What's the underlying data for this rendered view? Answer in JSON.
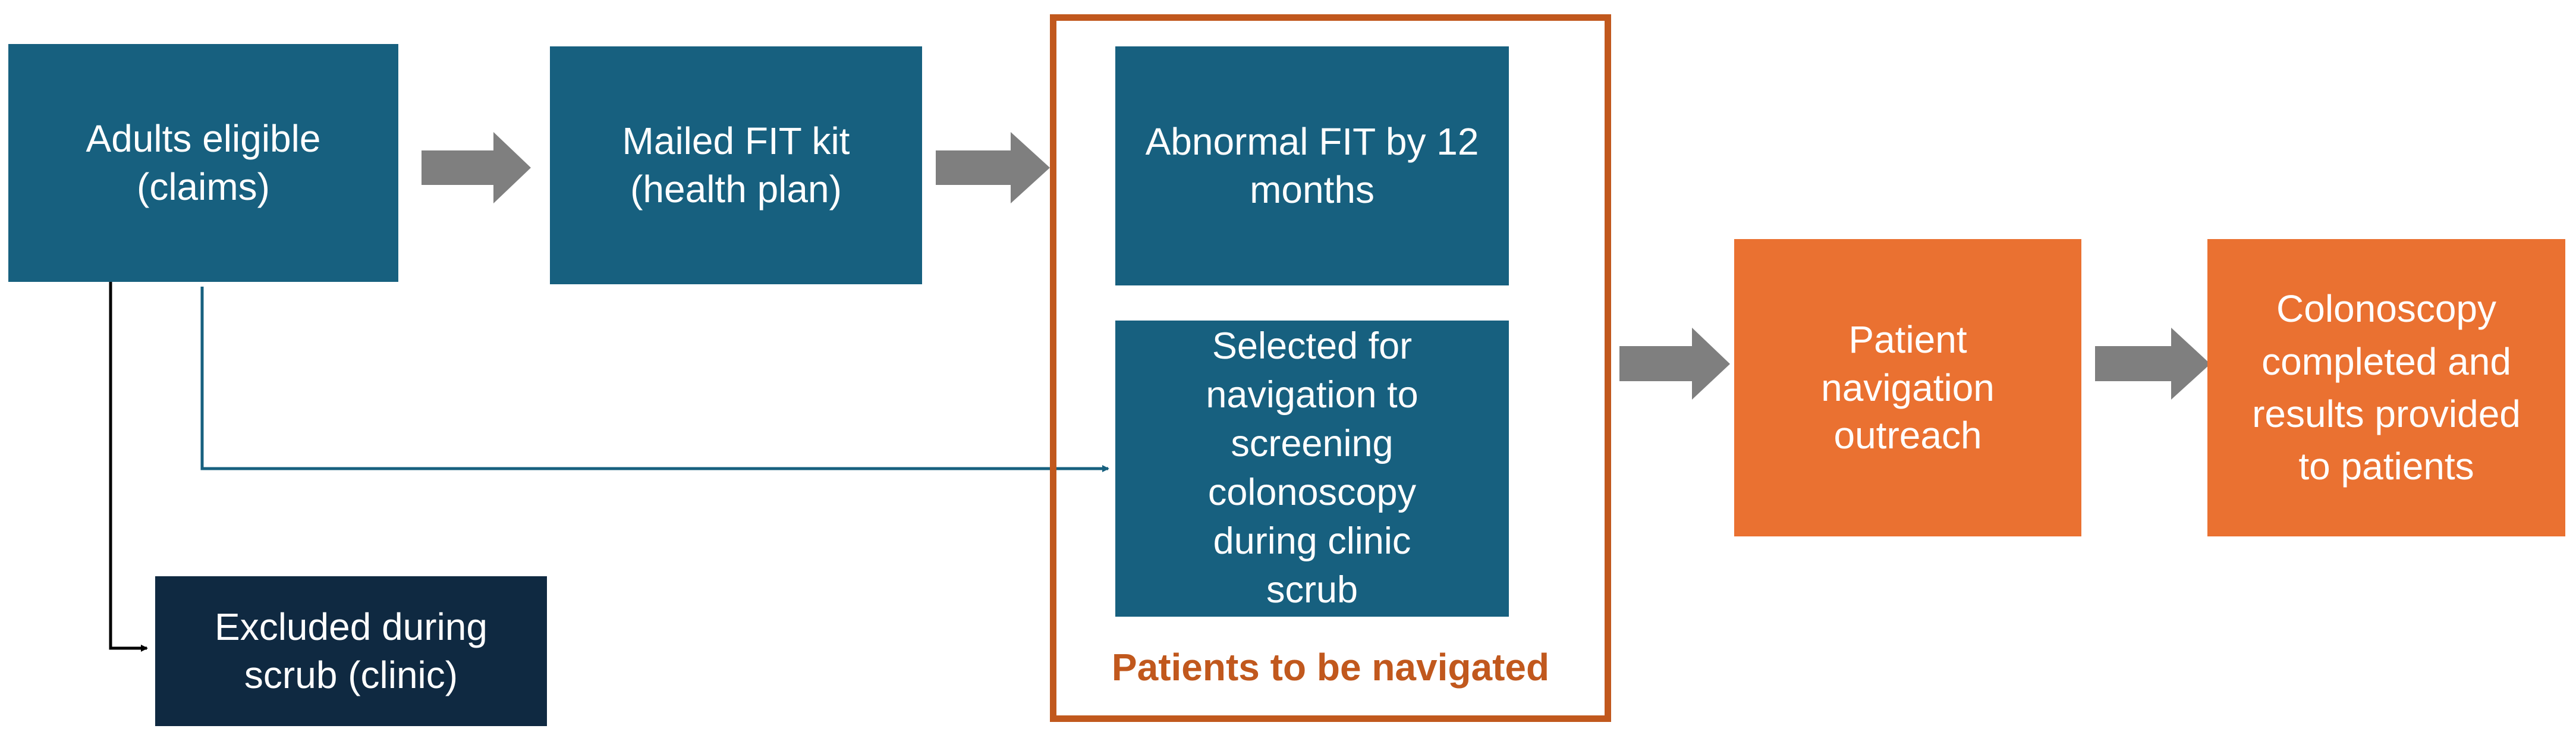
{
  "nodes": {
    "adults_eligible": "Adults eligible\n(claims)",
    "mailed_fit": "Mailed FIT kit\n(health plan)",
    "abnormal_fit": "Abnormal FIT by 12\nmonths",
    "selected_navigation": "Selected for\nnavigation to\nscreening\ncolonoscopy\nduring clinic\nscrub",
    "excluded": "Excluded during\nscrub (clinic)",
    "patient_outreach": "Patient\nnavigation\noutreach",
    "colonoscopy": "Colonoscopy\ncompleted and\nresults provided\nto patients"
  },
  "group": {
    "label": "Patients to be navigated"
  },
  "colors": {
    "teal": "#17607f",
    "navy": "#0f2941",
    "orange": "#ea7131",
    "group_border": "#c1581d",
    "arrow_gray": "#7f7f7f"
  }
}
